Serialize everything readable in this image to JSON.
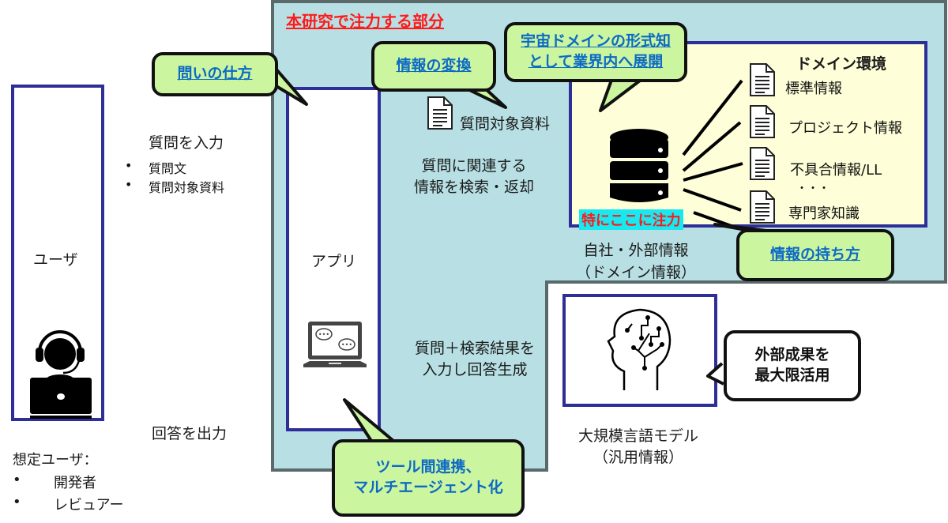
{
  "title": "本研究で注力する部分",
  "colors": {
    "focus_region": "#b8e0e4",
    "box_border": "#2e2e98",
    "arrow": "#2e2e98",
    "callout_fill": "#ccf5a0",
    "callout_link": "#0c6ac4",
    "title_red": "#ff1a1a",
    "highlight_cyan": "#18e8f0",
    "domain_fill": "#fefed8"
  },
  "user": {
    "label": "ユーザ",
    "icon": "user-with-headset-laptop-icon",
    "assumed_users_heading": "想定ユーザ：",
    "assumed_users": [
      "開発者",
      "レビュアー"
    ]
  },
  "app": {
    "label": "アプリ",
    "icon": "laptop-chat-icon"
  },
  "flows": {
    "input_question": {
      "label": "質問を入力",
      "items": [
        "質問文",
        "質問対象資料"
      ]
    },
    "output_answer": "回答を出力",
    "query_document": "質問対象資料",
    "retrieve": [
      "質問に関連する",
      "情報を検索・返却"
    ],
    "llm_generate": [
      "質問＋検索結果を",
      "入力し回答生成"
    ]
  },
  "knowledge": {
    "icon": "database-icon",
    "focus_tag": "特にここに注力",
    "caption": [
      "自社・外部情報",
      "（ドメイン情報）"
    ],
    "domain_env": {
      "title": "ドメイン環境",
      "documents": [
        "標準情報",
        "プロジェクト情報",
        "不具合情報/LL",
        "専門家知識"
      ],
      "ellipsis": "・・・"
    }
  },
  "llm": {
    "icon": "ai-head-circuit-icon",
    "caption": [
      "大規模言語モデル",
      "（汎用情報）"
    ]
  },
  "callouts": {
    "how_to_ask": "問いの仕方",
    "info_conversion": "情報の変換",
    "space_domain": [
      "宇宙ドメインの形式知",
      "として業界内へ展開"
    ],
    "info_holding": "情報の持ち方",
    "external_results": [
      "外部成果を",
      "最大限活用"
    ],
    "tool_integration": [
      "ツール間連携、",
      "マルチエージェント化"
    ]
  }
}
